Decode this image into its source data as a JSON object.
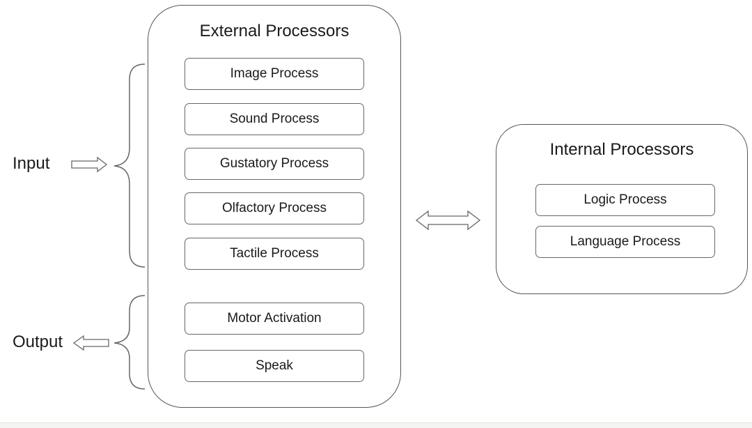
{
  "external": {
    "title": "External Processors",
    "input_processes": [
      "Image Process",
      "Sound Process",
      "Gustatory Process",
      "Olfactory Process",
      "Tactile Process"
    ],
    "output_processes": [
      "Motor Activation",
      "Speak"
    ]
  },
  "internal": {
    "title": "Internal Processors",
    "processes": [
      "Logic Process",
      "Language Process"
    ]
  },
  "labels": {
    "input": "Input",
    "output": "Output"
  }
}
